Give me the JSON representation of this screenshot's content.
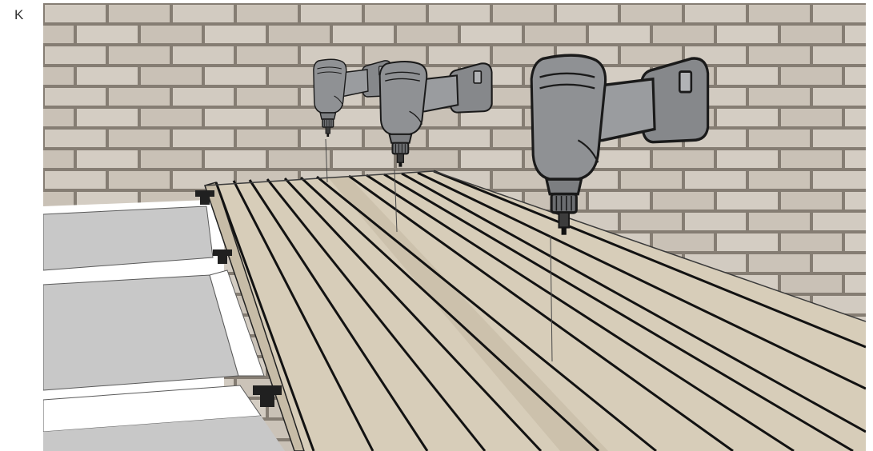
{
  "figure": {
    "step_letter": "K"
  },
  "colors": {
    "background": "#ffffff",
    "brick_light": "#d2cbc1",
    "brick_dark": "#c6beb3",
    "mortar": "#857d73",
    "wall_shadow": "#b9b1a6",
    "deck_top": "#d7cdb9",
    "deck_edge": "#c7bca7",
    "deck_groove": "#121212",
    "frame_white": "#ffffff",
    "cavity_grey": "#c8c8c8",
    "drill_body": "#8f9194",
    "drill_dark": "#6b6d70",
    "drill_outline": "#1a1a1a",
    "clip_black": "#202020"
  },
  "icons": [
    "cordless-drill-icon",
    "deck-clip-icon"
  ],
  "elements": {
    "drills": 3,
    "deck_boards": 12,
    "edge_clips": 3
  }
}
